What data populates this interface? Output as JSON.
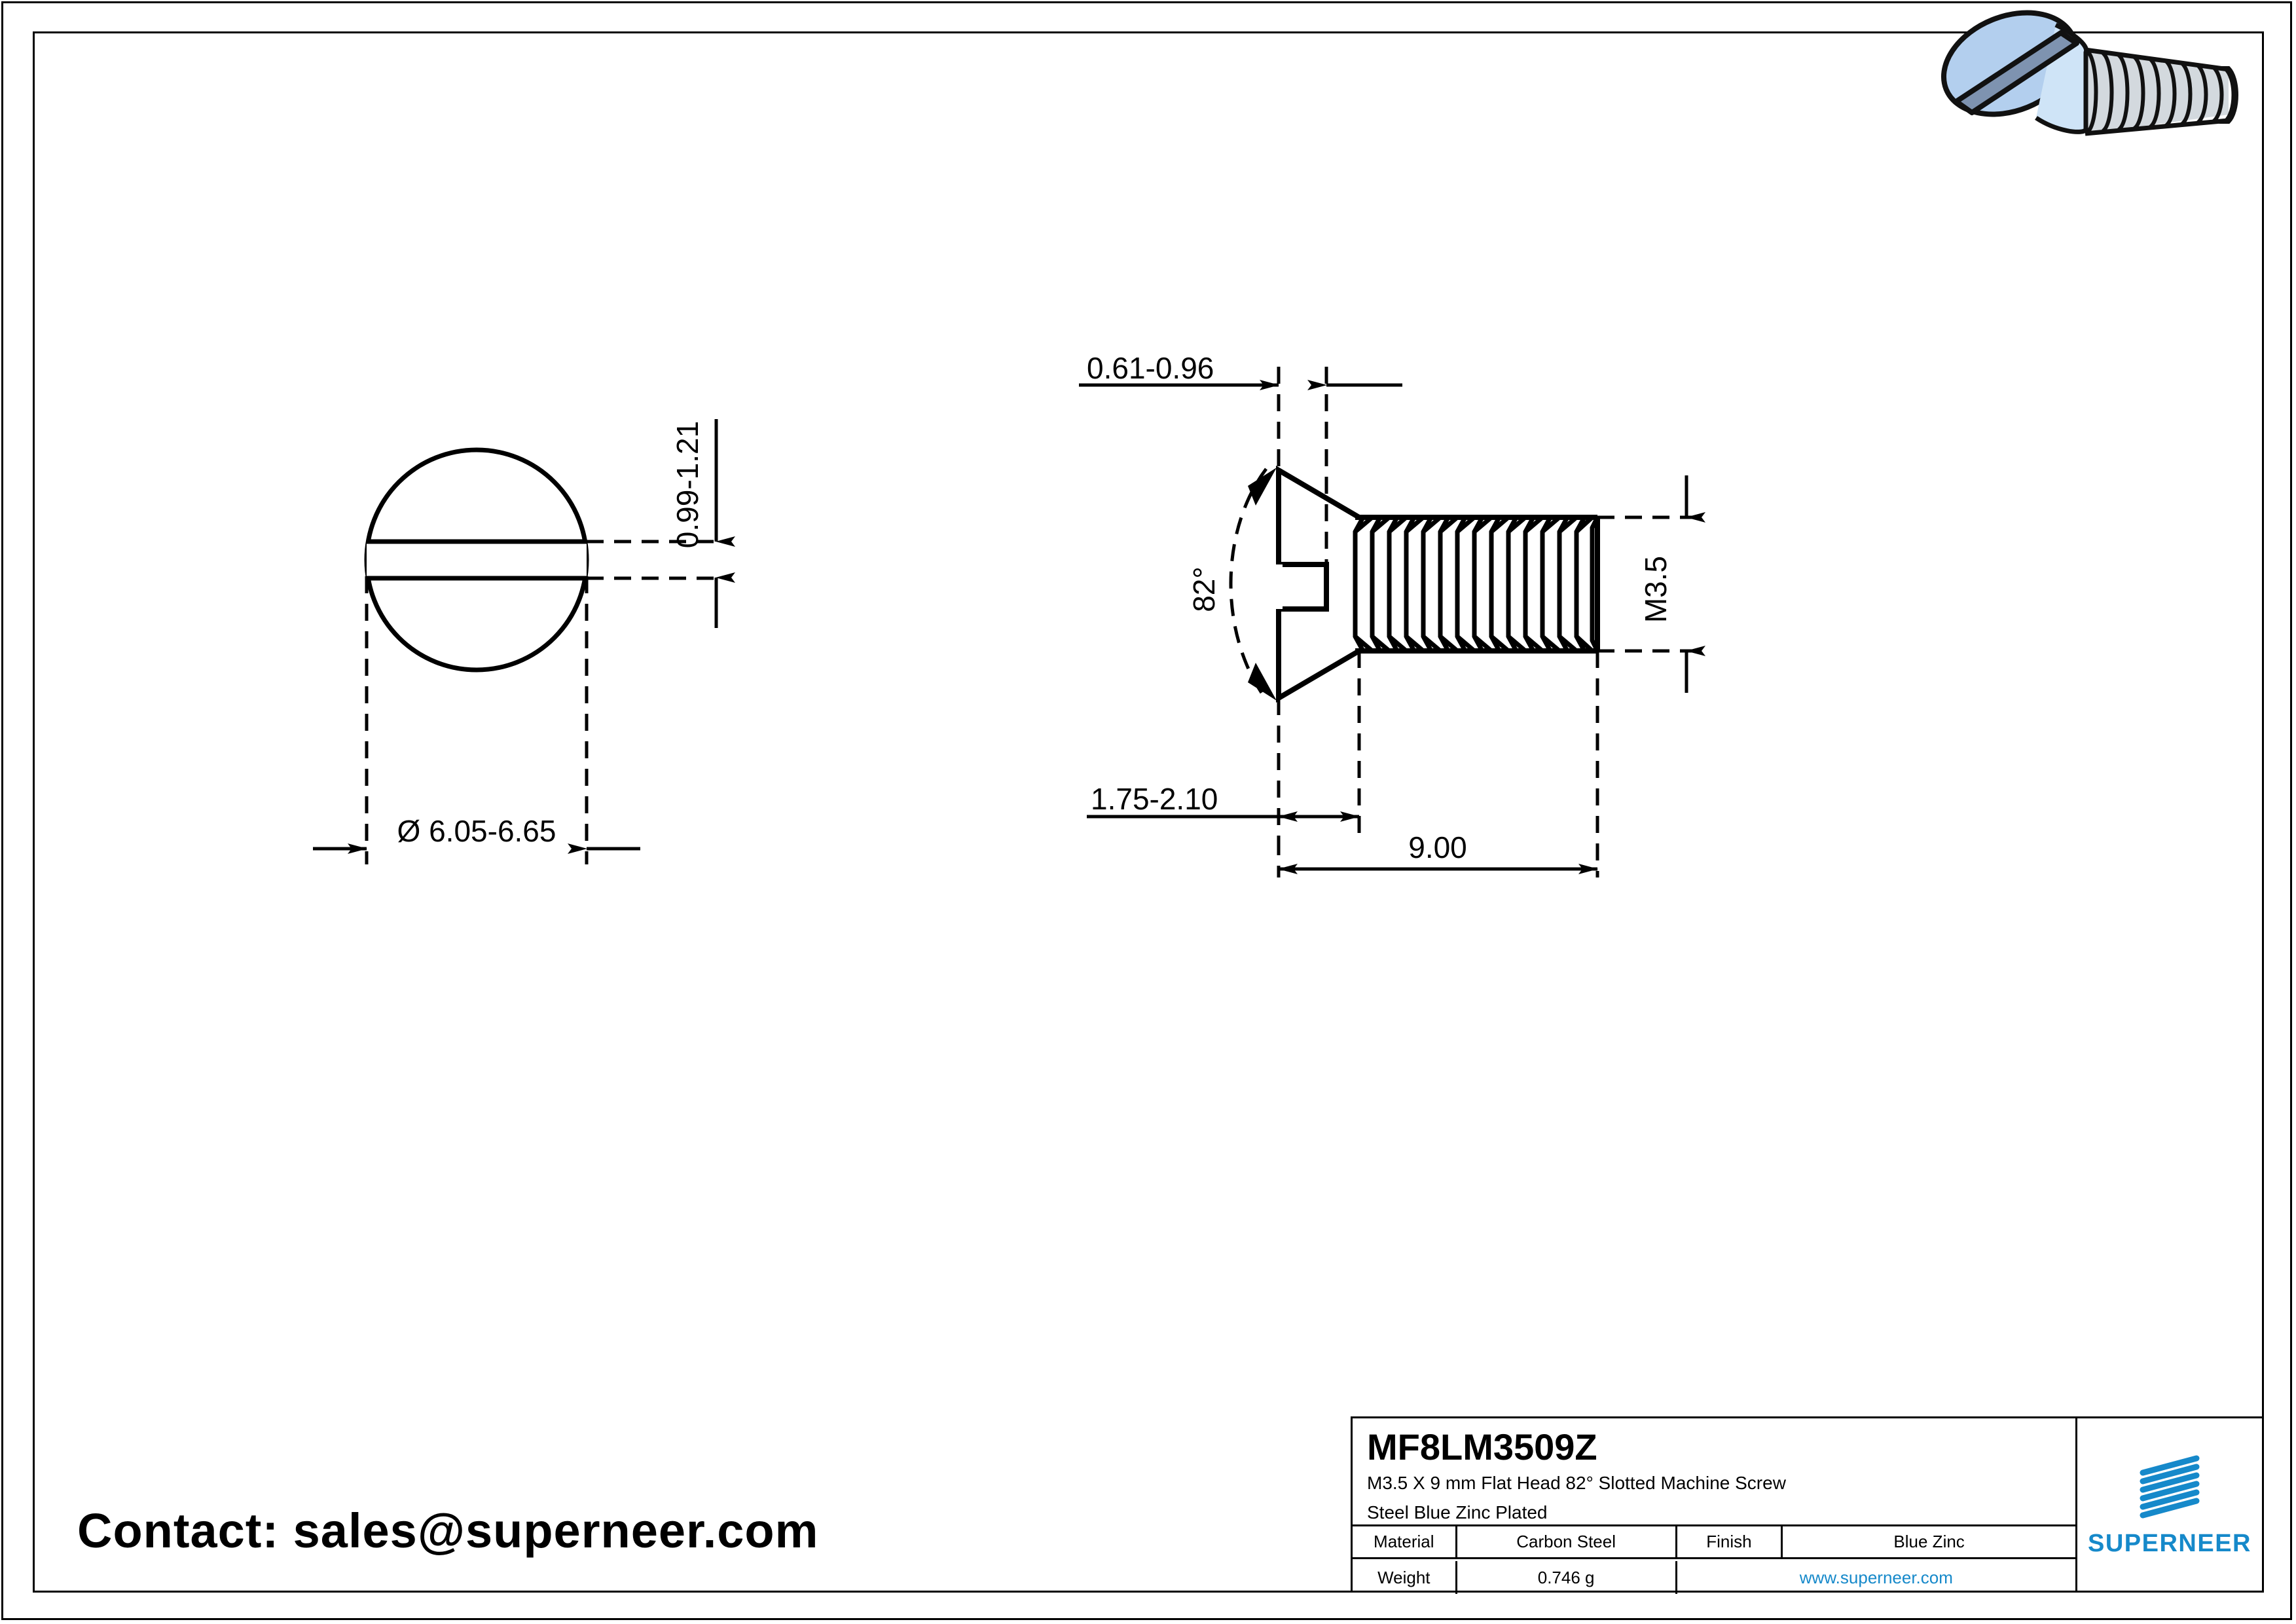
{
  "drawing": {
    "type": "engineering-drawing",
    "sheet_borders": 2,
    "views": [
      {
        "name": "top-view",
        "description": "Circular head viewed from above with straight through slot"
      },
      {
        "name": "side-view",
        "description": "Flat countersunk 82 degree head with slot and threaded shank"
      },
      {
        "name": "isometric-view",
        "description": "3D shaded render of blue zinc plated slotted flat head machine screw"
      }
    ],
    "dimensions": {
      "head_diameter": "Ø 6.05-6.65",
      "slot_depth": "0.99-1.21",
      "slot_width": "0.61-0.96",
      "head_height": "1.75-2.10",
      "overall_length": "9.00",
      "thread_size": "M3.5",
      "head_angle": "82°"
    }
  },
  "contact": {
    "text": "Contact: sales@superneer.com"
  },
  "title_block": {
    "part_number": "MF8LM3509Z",
    "description_line1": "M3.5 X 9 mm  Flat Head 82° Slotted Machine Screw",
    "description_line2": "Steel Blue Zinc Plated",
    "material_label": "Material",
    "material_value": "Carbon Steel",
    "finish_label": "Finish",
    "finish_value": "Blue Zinc",
    "weight_label": "Weight",
    "weight_value": "0.746 g",
    "website": "www.superneer.com"
  },
  "logo": {
    "wordmark": "SUPERNEER",
    "mark_stripes": 8,
    "brand_color": "#1689ca"
  },
  "colors": {
    "line": "#000000",
    "background": "#ffffff",
    "brand_blue": "#1689ca",
    "screw_head_fill": "#b3cfee",
    "screw_slot_fill": "#7e93b0",
    "screw_light_fill": "#cfe4f7"
  }
}
